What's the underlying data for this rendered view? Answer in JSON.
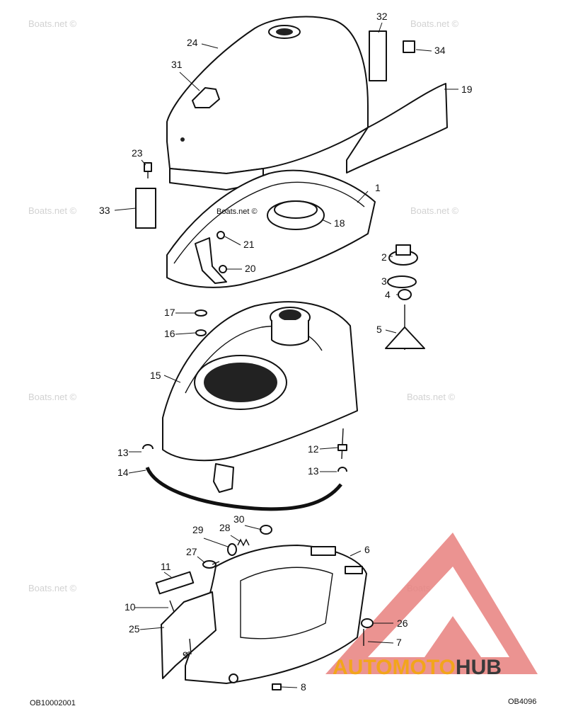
{
  "diagram": {
    "callouts": [
      {
        "id": "1",
        "label": "1"
      },
      {
        "id": "2",
        "label": "2"
      },
      {
        "id": "3",
        "label": "3"
      },
      {
        "id": "4",
        "label": "4"
      },
      {
        "id": "5",
        "label": "5"
      },
      {
        "id": "6",
        "label": "6"
      },
      {
        "id": "7",
        "label": "7"
      },
      {
        "id": "8",
        "label": "8"
      },
      {
        "id": "9",
        "label": "9"
      },
      {
        "id": "10",
        "label": "10"
      },
      {
        "id": "11",
        "label": "11"
      },
      {
        "id": "12",
        "label": "12"
      },
      {
        "id": "13a",
        "label": "13"
      },
      {
        "id": "13b",
        "label": "13"
      },
      {
        "id": "14",
        "label": "14"
      },
      {
        "id": "15",
        "label": "15"
      },
      {
        "id": "16",
        "label": "16"
      },
      {
        "id": "17",
        "label": "17"
      },
      {
        "id": "18",
        "label": "18"
      },
      {
        "id": "19",
        "label": "19"
      },
      {
        "id": "20",
        "label": "20"
      },
      {
        "id": "21",
        "label": "21"
      },
      {
        "id": "23",
        "label": "23"
      },
      {
        "id": "24",
        "label": "24"
      },
      {
        "id": "25",
        "label": "25"
      },
      {
        "id": "26",
        "label": "26"
      },
      {
        "id": "27",
        "label": "27"
      },
      {
        "id": "28",
        "label": "28"
      },
      {
        "id": "29",
        "label": "29"
      },
      {
        "id": "30",
        "label": "30"
      },
      {
        "id": "31",
        "label": "31"
      },
      {
        "id": "32",
        "label": "32"
      },
      {
        "id": "33",
        "label": "33"
      },
      {
        "id": "34",
        "label": "34"
      }
    ],
    "watermark_text": "Boats.net ©",
    "inline_watermark": "Boats.net ©",
    "footer_left_code": "OB10002001",
    "footer_right_code": "OB4096"
  },
  "logo": {
    "word_a": "AUTOMOTO",
    "word_b": "HUB",
    "colors": {
      "triangle": "#e0605f",
      "accent": "#f2a51b",
      "dark": "#3a3a3a"
    }
  }
}
